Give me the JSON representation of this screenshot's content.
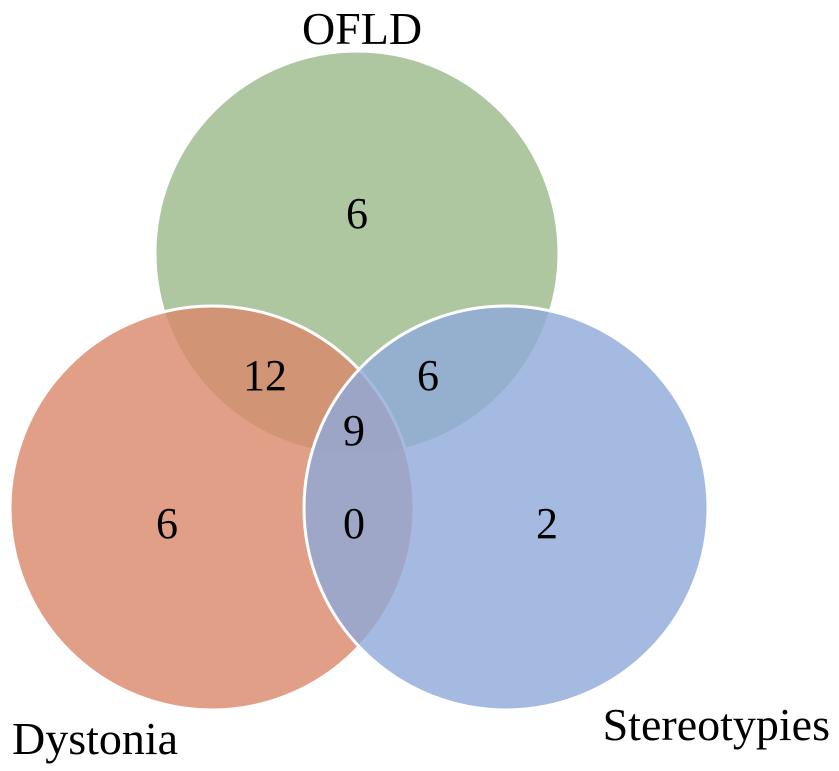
{
  "sets": [
    {
      "id": "a",
      "name": "OFLD",
      "color": "#9bb98a"
    },
    {
      "id": "b",
      "name": "Dystonia",
      "color": "#d9876a"
    },
    {
      "id": "c",
      "name": "Stereotypies",
      "color": "#8fa9d9"
    }
  ],
  "regions": {
    "a_only": "6",
    "b_only": "6",
    "c_only": "2",
    "a_b": "12",
    "a_c": "6",
    "b_c": "0",
    "a_b_c": "9"
  }
}
